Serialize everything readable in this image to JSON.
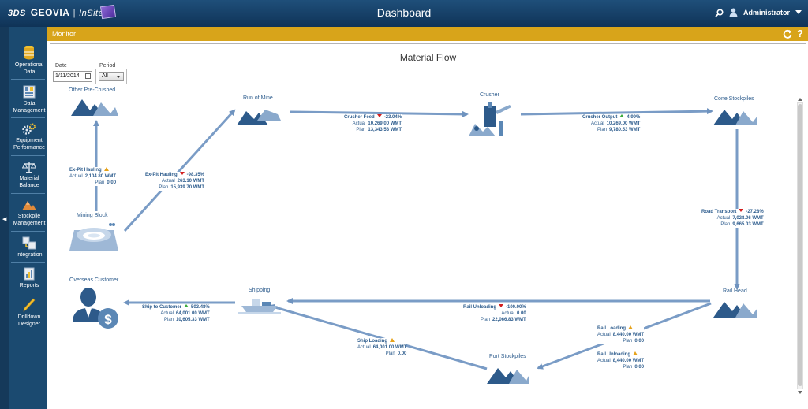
{
  "app": {
    "brand": "GEOVIA",
    "product": "InSite",
    "ds_mark": "3DS",
    "title": "Dashboard",
    "user": "Administrator"
  },
  "sidebar": {
    "items": [
      {
        "label": "Operational Data",
        "icon": "database-icon"
      },
      {
        "label": "Data Management",
        "icon": "data-management-icon"
      },
      {
        "label": "Equipment Performance",
        "icon": "gears-icon"
      },
      {
        "label": "Material Balance",
        "icon": "balance-scale-icon"
      },
      {
        "label": "Stockpile Management",
        "icon": "stockpile-icon"
      },
      {
        "label": "Integration",
        "icon": "integration-icon"
      },
      {
        "label": "Reports",
        "icon": "reports-icon"
      },
      {
        "label": "Drilldown Designer",
        "icon": "pencil-icon"
      }
    ]
  },
  "monitor": {
    "label": "Monitor",
    "help": "?"
  },
  "panel": {
    "title": "Material Flow"
  },
  "filters": {
    "date_label": "Date",
    "date_value": "1/11/2014",
    "period_label": "Period",
    "period_value": "All"
  },
  "nodes": {
    "other_pre_crushed": "Other Pre-Crushed",
    "run_of_mine": "Run of Mine",
    "crusher": "Crusher",
    "cone_stockpiles": "Cone Stockpiles",
    "mining_block": "Mining Block",
    "rail_head": "Rail Head",
    "shipping": "Shipping",
    "overseas_customer": "Overseas Customer",
    "port_stockpiles": "Port Stockpiles"
  },
  "metrics": {
    "ex_pit_hauling_1": {
      "name": "Ex-Pit Hauling",
      "status": "warn",
      "actual": "2,104.80 WMT",
      "plan": "0.00"
    },
    "ex_pit_hauling_2": {
      "name": "Ex-Pit Hauling",
      "pct": "-98.35%",
      "trend": "down",
      "actual": "263.10 WMT",
      "plan": "15,939.70 WMT"
    },
    "crusher_feed": {
      "name": "Crusher Feed",
      "pct": "-23.04%",
      "trend": "down",
      "actual": "10,269.00 WMT",
      "plan": "13,343.53 WMT"
    },
    "crusher_output": {
      "name": "Crusher Output",
      "pct": "4.99%",
      "trend": "up",
      "actual": "10,269.00 WMT",
      "plan": "9,780.53 WMT"
    },
    "road_transport": {
      "name": "Road Transport",
      "pct": "-27.28%",
      "trend": "down",
      "actual": "7,028.06 WMT",
      "plan": "9,665.03 WMT"
    },
    "rail_unloading_main": {
      "name": "Rail Unloading",
      "pct": "-100.00%",
      "trend": "down",
      "actual": "0.00",
      "plan": "22,066.83 WMT"
    },
    "ship_to_customer": {
      "name": "Ship to Customer",
      "pct": "503.48%",
      "trend": "up",
      "actual": "64,001.00 WMT",
      "plan": "10,605.33 WMT"
    },
    "ship_loading": {
      "name": "Ship Loading",
      "status": "warn",
      "actual": "64,001.00 WMT",
      "plan": "0.00"
    },
    "rail_loading": {
      "name": "Rail Loading",
      "status": "warn",
      "actual": "8,440.00 WMT",
      "plan": "0.00"
    },
    "rail_unloading_port": {
      "name": "Rail Unloading",
      "status": "warn",
      "actual": "8,440.00 WMT",
      "plan": "0.00"
    }
  },
  "labels": {
    "actual": "Actual",
    "plan": "Plan"
  },
  "colors": {
    "header": "#1f4f7a",
    "sidebar": "#1b4a70",
    "monitor_bar": "#d8a41a",
    "flow_arrow": "#6f93bf",
    "metric_text": "#2d5c8d",
    "down": "#d21e1e",
    "up": "#3bab3b",
    "warn": "#e6a21a"
  }
}
